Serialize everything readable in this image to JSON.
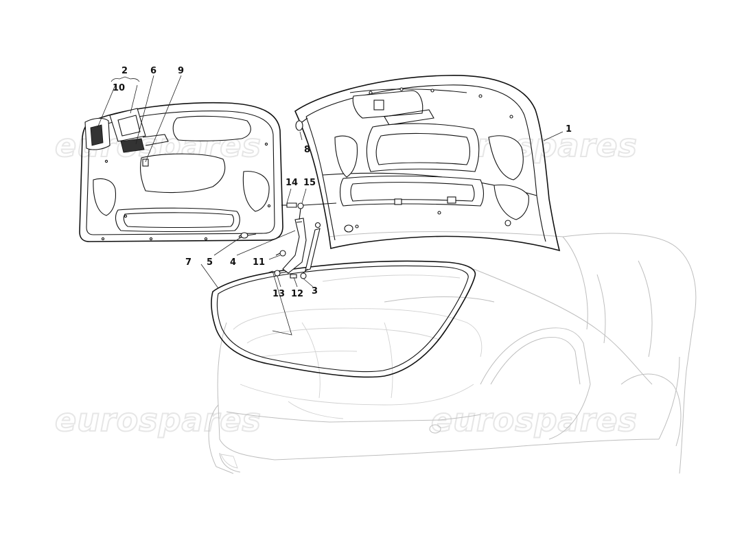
{
  "watermark": {
    "text": "eurospares"
  },
  "callouts": {
    "c1": "1",
    "c2": "2",
    "c3": "3",
    "c4": "4",
    "c5": "5",
    "c6": "6",
    "c7": "7",
    "c8": "8",
    "c9": "9",
    "c10": "10",
    "c11": "11",
    "c12": "12",
    "c13": "13",
    "c14": "14",
    "c15": "15"
  }
}
